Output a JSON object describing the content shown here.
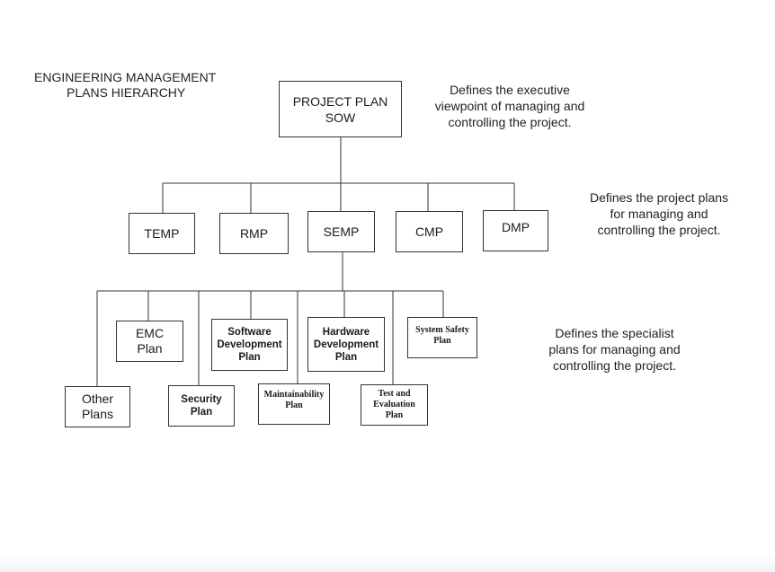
{
  "title": {
    "line1": "ENGINEERING MANAGEMENT",
    "line2": "PLANS HIERARCHY"
  },
  "notes": {
    "executive": [
      "Defines the executive",
      "viewpoint of managing and",
      "controlling the project."
    ],
    "project": [
      "Defines the project plans",
      "for managing and",
      "controlling the project."
    ],
    "specialist": [
      "Defines the specialist",
      "plans for managing and",
      "controlling the project."
    ]
  },
  "boxes": {
    "project_plan": [
      "PROJECT PLAN",
      "SOW"
    ],
    "temp": [
      "TEMP"
    ],
    "rmp": [
      "RMP"
    ],
    "semp": [
      "SEMP"
    ],
    "cmp": [
      "CMP"
    ],
    "dmp": [
      "DMP"
    ],
    "other_plans": [
      "Other",
      "Plans"
    ],
    "emc_plan": [
      "EMC",
      "Plan"
    ],
    "security_plan": [
      "Security",
      "Plan"
    ],
    "software_development_plan": [
      "Software",
      "Development",
      "Plan"
    ],
    "maintainability_plan": [
      "Maintainability",
      "Plan"
    ],
    "hardware_development_plan": [
      "Hardware",
      "Development",
      "Plan"
    ],
    "test_evaluation_plan": [
      "Test and",
      "Evaluation",
      "Plan"
    ],
    "system_safety_plan": [
      "System Safety",
      "Plan"
    ]
  },
  "colors": {
    "line": "#333333",
    "text": "#1a1a1a",
    "background": "#ffffff"
  }
}
